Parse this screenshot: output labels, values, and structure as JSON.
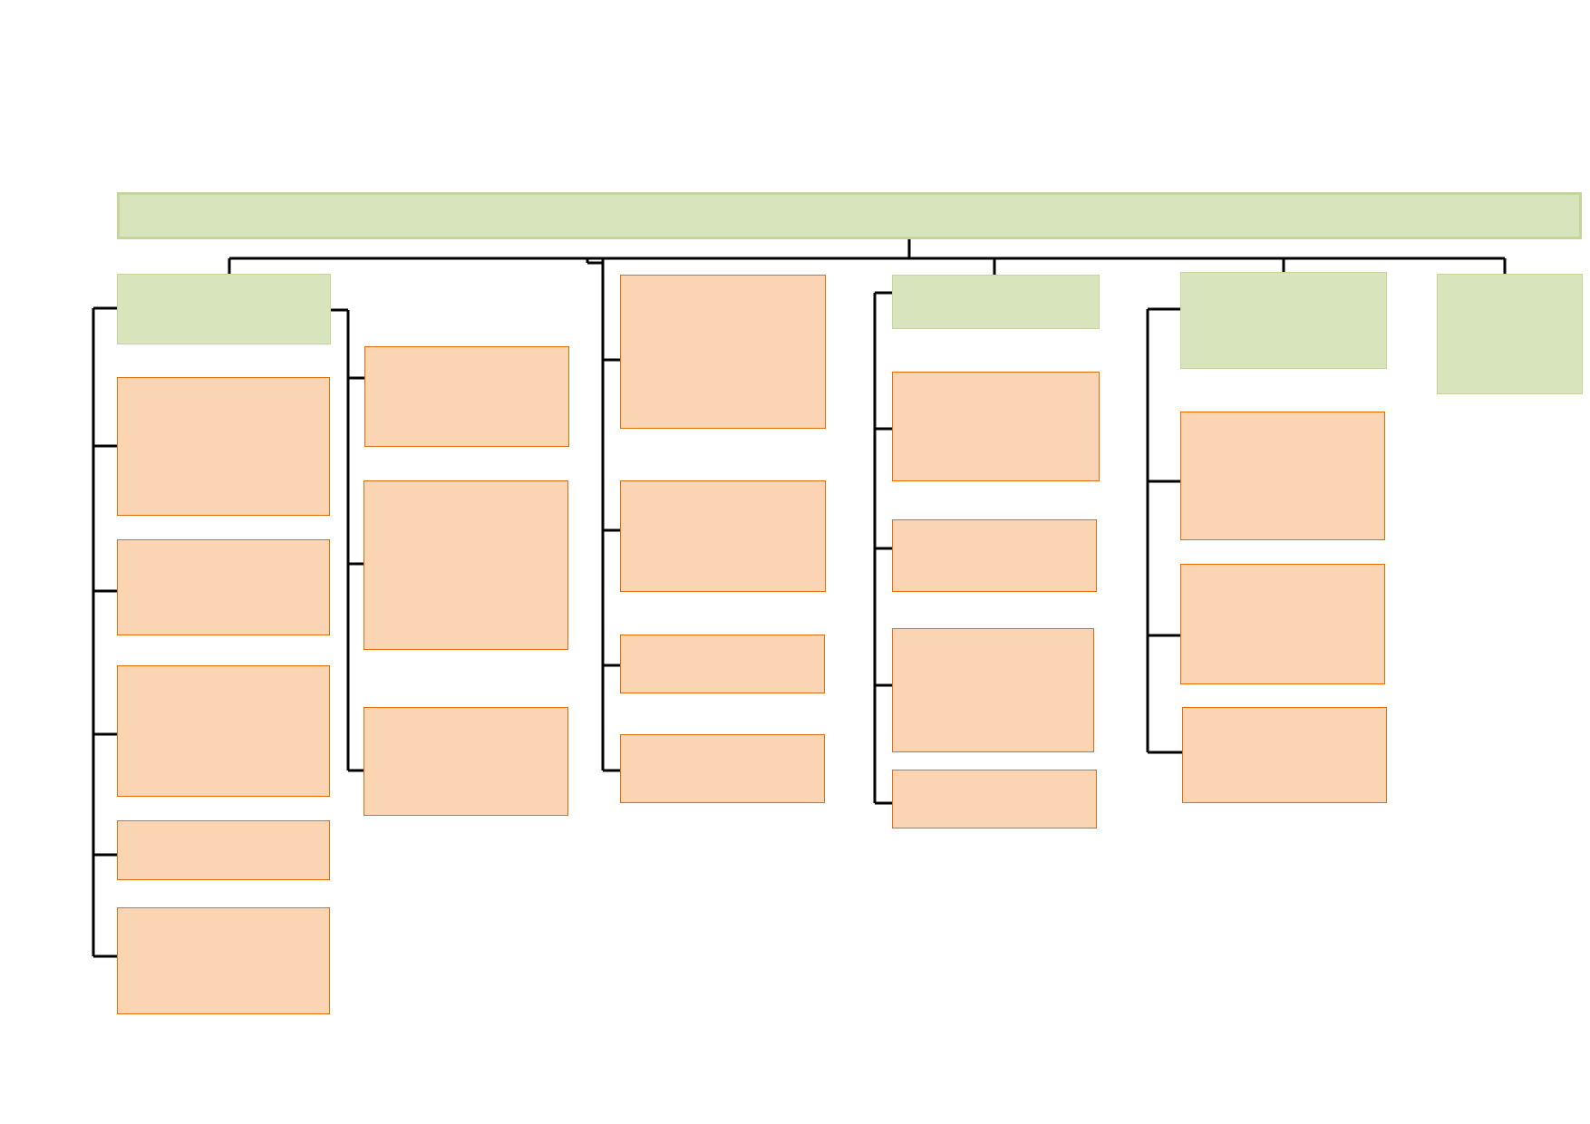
{
  "diagram": {
    "type": "org-chart",
    "colors": {
      "header_fill": "#d8e4bc",
      "header_border": "#c4d79b",
      "item_fill": "#fbd4b4",
      "item_border": "#e26b0a",
      "connector": "#000000"
    },
    "root": {
      "label": ""
    },
    "columns": [
      {
        "id": "col1",
        "header": {
          "label": ""
        },
        "items": [
          {
            "label": ""
          },
          {
            "label": ""
          },
          {
            "label": ""
          },
          {
            "label": ""
          },
          {
            "label": ""
          }
        ]
      },
      {
        "id": "col2",
        "items": [
          {
            "label": ""
          },
          {
            "label": ""
          },
          {
            "label": ""
          }
        ]
      },
      {
        "id": "col3",
        "items": [
          {
            "label": ""
          },
          {
            "label": ""
          },
          {
            "label": ""
          },
          {
            "label": ""
          }
        ]
      },
      {
        "id": "col4",
        "header": {
          "label": ""
        },
        "items": [
          {
            "label": ""
          },
          {
            "label": ""
          },
          {
            "label": ""
          },
          {
            "label": ""
          }
        ]
      },
      {
        "id": "col5",
        "header": {
          "label": ""
        },
        "items": [
          {
            "label": ""
          },
          {
            "label": ""
          },
          {
            "label": ""
          }
        ]
      },
      {
        "id": "col6",
        "header": {
          "label": ""
        },
        "items": []
      }
    ]
  }
}
